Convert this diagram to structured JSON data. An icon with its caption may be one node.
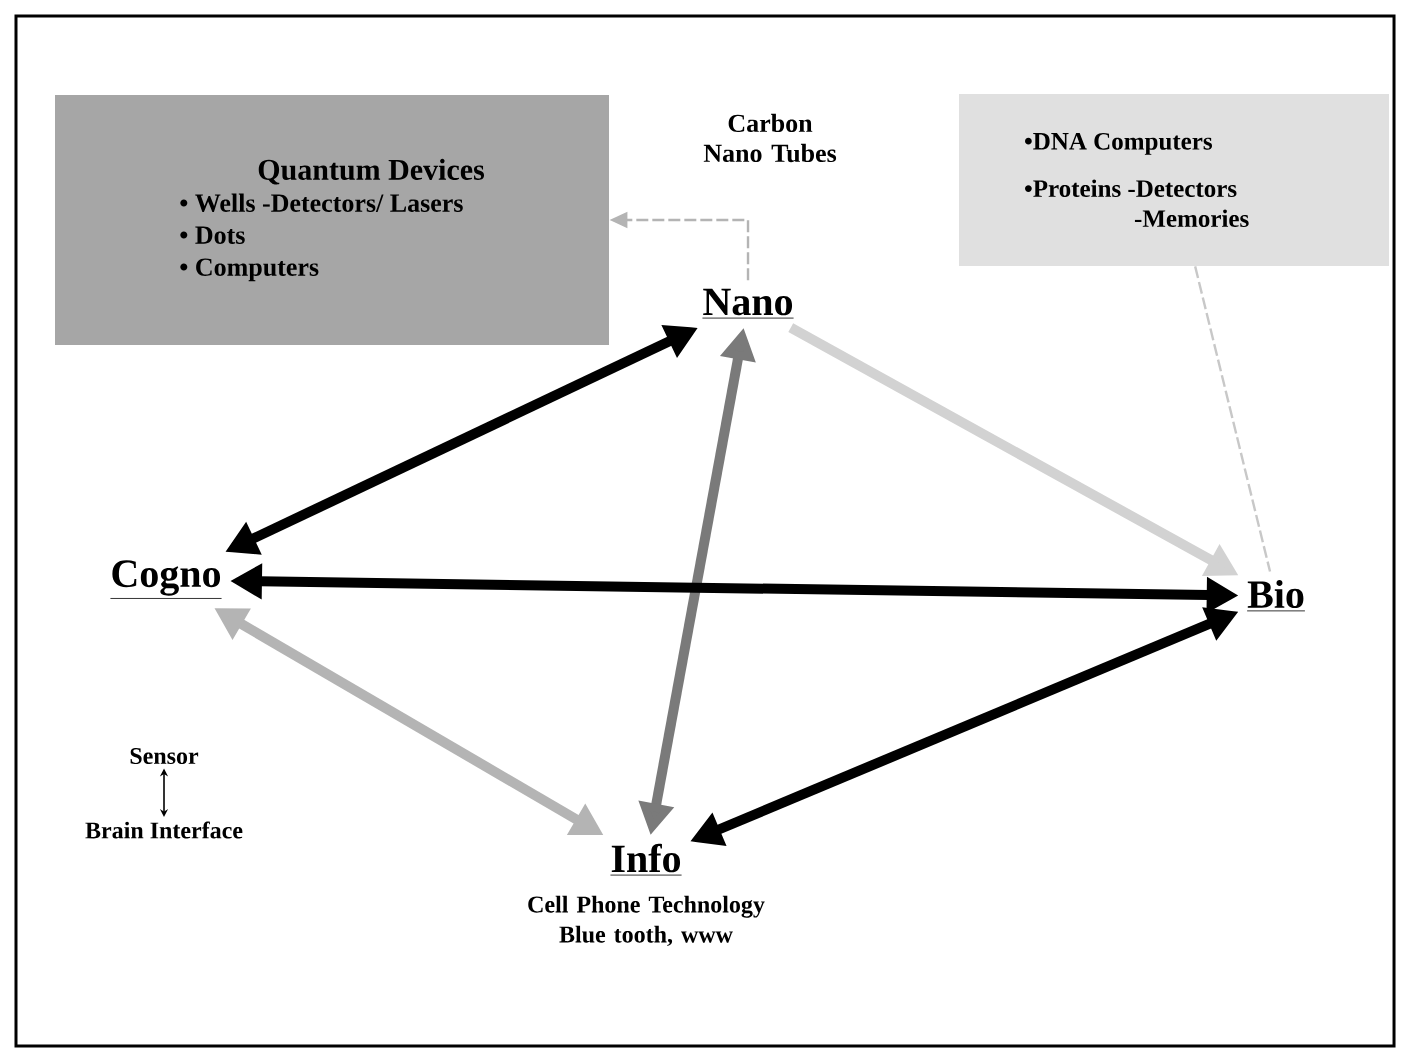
{
  "diagram": {
    "nodes": [
      {
        "text": [
          "Quantum Devices",
          "• Wells -Detectors/ Lasers",
          "• Dots",
          "• Computers"
        ]
      },
      {
        "text": [
          "•DNA Computers",
          "•Proteins -Detectors -Memories"
        ]
      },
      {
        "text": [
          "Nano"
        ]
      },
      {
        "text": [
          "Cogno"
        ]
      },
      {
        "text": [
          "Bio"
        ]
      },
      {
        "text": [
          "Info"
        ],
        "beside": [
          "Cell Phone Technology Blue tooth, www"
        ]
      },
      {
        "text": [
          "Sensor"
        ]
      },
      {
        "text": [
          "Brain Interface"
        ]
      }
    ],
    "edges": [
      {
        "from": 2,
        "to": 0,
        "arrow": "to",
        "label": "Carbon Nano Tubes",
        "style": "dashed",
        "color": "#b4b4b4"
      },
      {
        "from": 1,
        "to": 4,
        "arrow": "none",
        "style": "dashed",
        "color": "#c8c8c8"
      },
      {
        "from": 2,
        "to": 3,
        "arrow": "both"
      },
      {
        "from": 2,
        "to": 5,
        "arrow": "both",
        "color": "#7a7a7a"
      },
      {
        "from": 2,
        "to": 4,
        "arrow": "to",
        "color": "#d2d2d2"
      },
      {
        "from": 3,
        "to": 4,
        "arrow": "both"
      },
      {
        "from": 3,
        "to": 5,
        "arrow": "both",
        "color": "#b4b4b4"
      },
      {
        "from": 4,
        "to": 5,
        "arrow": "both"
      },
      {
        "from": 6,
        "to": 7,
        "arrow": "both"
      }
    ]
  }
}
